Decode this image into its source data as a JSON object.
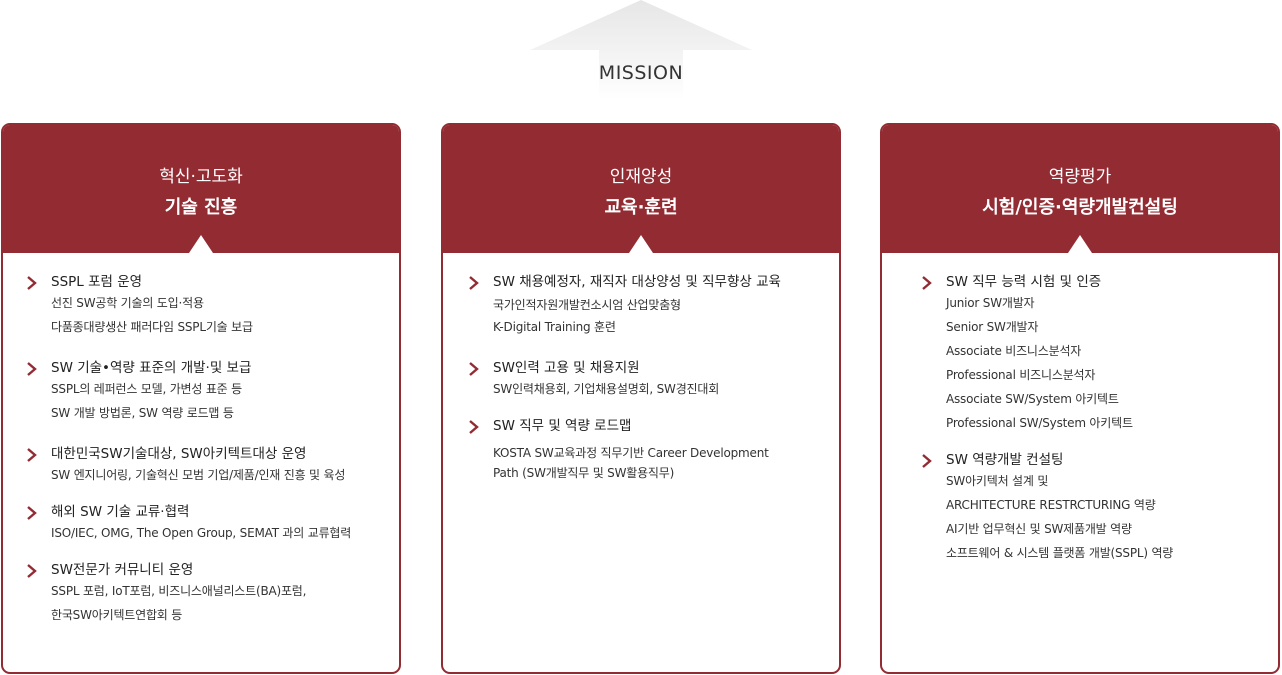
{
  "mission": {
    "label": "MISSION"
  },
  "accent_color": "#932b33",
  "cards": [
    {
      "line1": "혁신·고도화",
      "line2": "기술 진흥",
      "items": [
        {
          "title": "SSPL 포럼 운영",
          "subs": [
            "선진 SW공학 기술의 도입·적용",
            "다품종대량생산 패러다임 SSPL기술 보급"
          ]
        },
        {
          "title": "SW 기술•역량 표준의 개발·및 보급",
          "subs": [
            "SSPL의 레퍼런스 모델, 가변성   표준 등",
            "SW 개발 방법론, SW 역량 로드맵 등"
          ]
        },
        {
          "title": "대한민국SW기술대상, SW아키텍트대상 운영",
          "subs": [
            "SW 엔지니어링, 기술혁신 모범 기업/제품/인재 진흥 및 육성"
          ]
        },
        {
          "title": "해외 SW 기술 교류·협력",
          "subs": [
            "ISO/IEC, OMG, The Open Group, SEMAT 과의 교류협력"
          ]
        },
        {
          "title": "SW전문가 커뮤니티 운영",
          "subs": [
            "SSPL 포럼, IoT포럼, 비즈니스애널리스트(BA)포럼,",
            "한국SW아키텍트연합회 등"
          ]
        }
      ]
    },
    {
      "line1": "인재양성",
      "line2": "교육·훈련",
      "items": [
        {
          "title": "SW 채용예정자, 재직자 대상양성 및 직무향상 교육",
          "subs": [
            "국가인적자원개발컨소시엄 산업맞춤형",
            "K-Digital Training 훈련"
          ]
        },
        {
          "title": "SW인력 고용 및 채용지원",
          "subs": [
            "SW인력채용회, 기업채용설명회, SW경진대회"
          ]
        },
        {
          "title": "SW 직무 및 역량 로드맵",
          "subs": [
            "KOSTA SW교육과정 직무기반 Career Development",
            "Path (SW개발직무 및 SW활용직무)"
          ]
        }
      ]
    },
    {
      "line1": "역량평가",
      "line2": "시험/인증·역량개발컨설팅",
      "items": [
        {
          "title": "SW 직무 능력 시험 및 인증",
          "subs": [
            "Junior SW개발자",
            "Senior SW개발자",
            "Associate 비즈니스분석자",
            "Professional 비즈니스분석자",
            "Associate SW/System 아키텍트",
            "Professional SW/System 아키텍트"
          ]
        },
        {
          "title": "SW 역량개발 컨설팅",
          "subs": [
            "SW아키텍처 설계 및",
            "ARCHITECTURE RESTRCTURING 역량",
            "AI기반 업무혁신 및 SW제품개발 역량",
            "소프트웨어 & 시스템 플랫폼 개발(SSPL) 역량"
          ]
        }
      ]
    }
  ]
}
